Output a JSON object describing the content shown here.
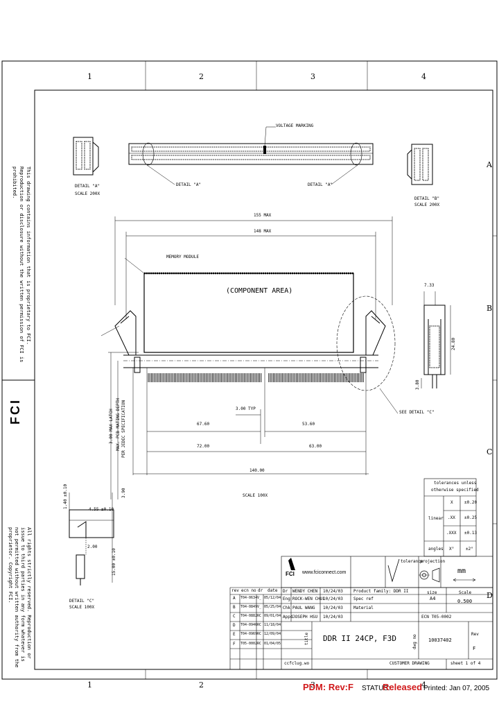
{
  "zones": {
    "columns": [
      "1",
      "2",
      "3",
      "4"
    ],
    "rows": [
      "A",
      "B",
      "C",
      "D"
    ]
  },
  "drawing": {
    "voltage_marking": "VOLTAGE MARKING",
    "detail_a_left": "DETAIL \"A\"",
    "detail_a_right": "DETAIL \"A\"",
    "detail_a_view": "DETAIL \"A\"",
    "detail_a_scale": "SCALE 200X",
    "detail_b_view": "DETAIL \"B\"",
    "detail_b_scale": "SCALE 200X",
    "dim_overall": "155 MAX",
    "dim_inner": "148 MAX",
    "memory_module": "MEMORY MODULE",
    "component_area": "(COMPONENT AREA)",
    "see_detail_c": "SEE DETAIL \"C\"",
    "dim_key": "3.00 TYP",
    "dim_left": "67.60",
    "dim_right": "53.60",
    "dim_left_full": "72.00",
    "dim_right_full": "63.00",
    "dim_total": "140.00",
    "scale_main": "SCALE 100X",
    "dim_side_top": "7.33",
    "dim_side_h": "24.80",
    "dim_side_pin": "3.80",
    "label_latch": "3.00 MAX LATCH",
    "label_pcb": "MAX. PCB MATING DEPTH",
    "label_jedec": "PER JEDEC SPECIFICATION",
    "label_seat": "3.90",
    "detail_c_dim1": "1.40 ±0.10",
    "detail_c_dim2": "4.55 ±0.10",
    "detail_c_dim3": "2.00",
    "detail_c_dim4": "15.00 ±0.10",
    "detail_c_view": "DETAIL \"C\"",
    "detail_c_scale": "SCALE 100X"
  },
  "side_text": {
    "proprietary": "This drawing contains information that is proprietary to FCI. Reproduction or disclosure without the written permission of FCI is prohibited.",
    "rights": "All rights strictly reserved. Reproduction or issue to third parties in any form whatever is not permitted without written authority from the proprietor. Copyright FCI.",
    "fci_logo": "FCI"
  },
  "tolerance": {
    "header1": "tolerances unless",
    "header2": "otherwise specified",
    "linear_label": "linear",
    "rows": [
      {
        "k": "X",
        "v": "±0.20"
      },
      {
        "k": ".XX",
        "v": "±0.25"
      },
      {
        "k": ".XXX",
        "v": "±0.13"
      }
    ],
    "angles_label": "angles",
    "angles_k": "X°",
    "angles_v": "±2°",
    "tolerance_label": "tolerance",
    "projection_label": "projection",
    "units": "mm",
    "size_label": "size",
    "size": "A4",
    "scale_label": "Scale",
    "scale": "0.500"
  },
  "title_block": {
    "website": "www.fciconnect.com",
    "logo": "FCI",
    "product_family": "Product family: DDR II",
    "spec_ref": "Spec ref",
    "material": "Material",
    "ecn": "ECN T05-0002",
    "title": "DDR II 24CP, F3D",
    "dwg_no_label": "dwg no",
    "dwg_no": "10037402",
    "rev_label": "Rev",
    "rev": "F",
    "customer_drawing": "CUSTOMER DRAWING",
    "sheet": "sheet 1 of 4",
    "cad_file": "ccfclug.wo",
    "title_label": "title"
  },
  "signatures": [
    {
      "role": "Dr",
      "name": "WENDY CHEN",
      "date": "10/24/03"
    },
    {
      "role": "Eng",
      "name": "ROCK-WEN CHUL",
      "date": "10/24/03"
    },
    {
      "role": "Chk",
      "name": "PAUL WANG",
      "date": "10/24/03"
    },
    {
      "role": "Appd",
      "name": "JOSEPH HSU",
      "date": "10/24/03"
    }
  ],
  "revisions": {
    "headers": [
      "rev",
      "ecn no",
      "dr",
      "date"
    ],
    "rows": [
      {
        "rev": "A",
        "ecn": "T04-0634",
        "dr": "V_",
        "date": "05/12/04"
      },
      {
        "rev": "B",
        "ecn": "T04-0849",
        "dr": "V_",
        "date": "05/25/04"
      },
      {
        "rev": "C",
        "ecn": "T04-0882",
        "dr": "RC",
        "date": "09/01/04"
      },
      {
        "rev": "D",
        "ecn": "T04-0946",
        "dr": "RC",
        "date": "11/18/04"
      },
      {
        "rev": "E",
        "ecn": "T04-0969",
        "dr": "RC",
        "date": "12/09/04"
      },
      {
        "rev": "F",
        "ecn": "T05-0002",
        "dr": "RC",
        "date": "01/04/05"
      }
    ]
  },
  "footer": {
    "pdm": "PDM: Rev:F",
    "status_label": "STATUS:",
    "status": "Released",
    "printed": "Printed: Jan 07, 2005"
  }
}
